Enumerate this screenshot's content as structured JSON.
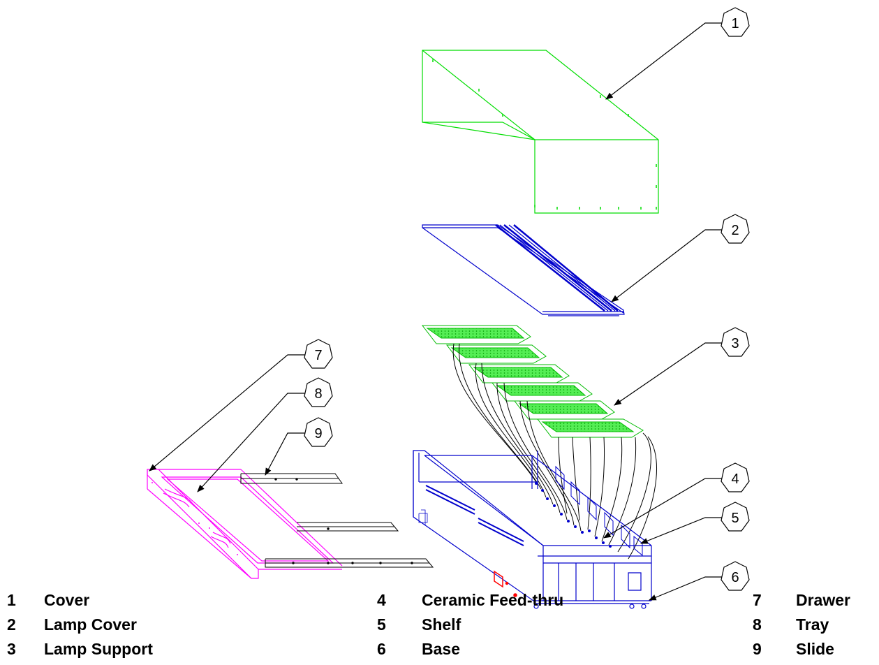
{
  "colors": {
    "cover": "#00dd00",
    "lamp_cover": "#0000cc",
    "lamp_support": "#00cc00",
    "lamp_support_fill": "#44ee44",
    "base": "#0000cc",
    "drawer": "#ff00ff",
    "slide": "#000000",
    "label_box": "#ff0000",
    "callout": "#000000"
  },
  "callouts": [
    {
      "number": "1",
      "part": "cover"
    },
    {
      "number": "2",
      "part": "lamp-cover"
    },
    {
      "number": "3",
      "part": "lamp-support"
    },
    {
      "number": "4",
      "part": "ceramic-feed-thru"
    },
    {
      "number": "5",
      "part": "shelf"
    },
    {
      "number": "6",
      "part": "base"
    },
    {
      "number": "7",
      "part": "drawer"
    },
    {
      "number": "8",
      "part": "tray"
    },
    {
      "number": "9",
      "part": "slide"
    }
  ],
  "legend": [
    {
      "number": "1",
      "name": "Cover"
    },
    {
      "number": "2",
      "name": "Lamp Cover"
    },
    {
      "number": "3",
      "name": "Lamp Support"
    },
    {
      "number": "4",
      "name": "Ceramic Feed-thru"
    },
    {
      "number": "5",
      "name": "Shelf"
    },
    {
      "number": "6",
      "name": "Base"
    },
    {
      "number": "7",
      "name": "Drawer"
    },
    {
      "number": "8",
      "name": "Tray"
    },
    {
      "number": "9",
      "name": "Slide"
    }
  ]
}
